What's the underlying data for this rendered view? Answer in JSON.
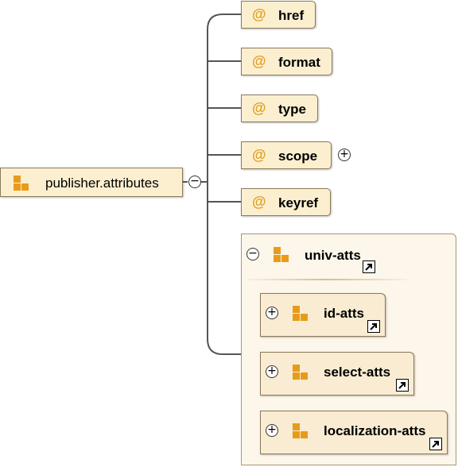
{
  "root": {
    "label": "publisher.attributes",
    "toggle": "−"
  },
  "attributes": [
    {
      "symbol": "@",
      "label": "href"
    },
    {
      "symbol": "@",
      "label": "format"
    },
    {
      "symbol": "@",
      "label": "type"
    },
    {
      "symbol": "@",
      "label": "scope",
      "toggle": "+"
    },
    {
      "symbol": "@",
      "label": "keyref"
    }
  ],
  "group": {
    "label": "univ-atts",
    "toggle": "−",
    "children": [
      {
        "label": "id-atts",
        "toggle": "+"
      },
      {
        "label": "select-atts",
        "toggle": "+"
      },
      {
        "label": "localization-atts",
        "toggle": "+"
      }
    ]
  },
  "colors": {
    "node_fill": "#fcefd0",
    "icon_orange": "#e89b1a",
    "container_fill": "#fdf6ea"
  }
}
